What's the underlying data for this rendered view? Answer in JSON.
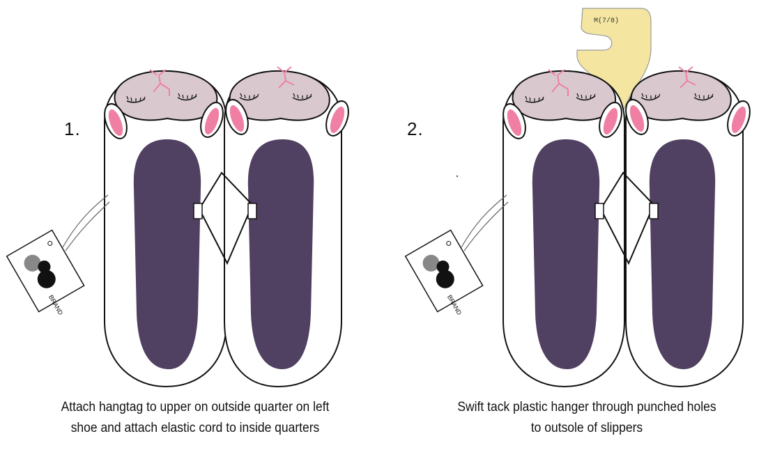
{
  "steps": [
    {
      "number": "1.",
      "caption_line1": "Attach hangtag to upper on outside quarter on left",
      "caption_line2": "shoe and attach elastic cord to inside quarters",
      "hangtag_text": "BRAND"
    },
    {
      "number": "2.",
      "caption_line1": "Swift tack plastic hanger through punched holes",
      "caption_line2": "to outsole of slippers",
      "hangtag_text": "BRAND",
      "hanger_size_text": "M(7/8)"
    }
  ],
  "colors": {
    "outsole_purple": "#504061",
    "face_pink_gray": "#d9c9cf",
    "ear_pink": "#ef80a3",
    "hanger_yellow": "#f4e6a1",
    "outline": "#111111"
  },
  "icons": [
    "slipper-face",
    "ear",
    "hangtag",
    "plastic-hanger",
    "elastic-cord"
  ]
}
